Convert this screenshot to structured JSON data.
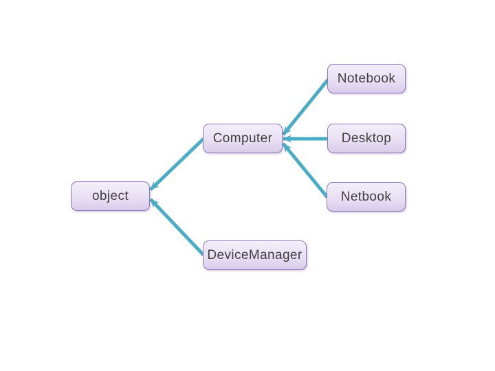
{
  "diagram": {
    "type": "inheritance-tree",
    "nodes": [
      {
        "id": "notebook",
        "label": "Notebook"
      },
      {
        "id": "desktop",
        "label": "Desktop"
      },
      {
        "id": "computer",
        "label": "Computer"
      },
      {
        "id": "object",
        "label": "object"
      },
      {
        "id": "netbook",
        "label": "Netbook"
      },
      {
        "id": "devicemanager",
        "label": "DeviceManager"
      }
    ],
    "edges": [
      {
        "from": "Notebook",
        "to": "Computer"
      },
      {
        "from": "Desktop",
        "to": "Computer"
      },
      {
        "from": "Netbook",
        "to": "Computer"
      },
      {
        "from": "Computer",
        "to": "object"
      },
      {
        "from": "DeviceManager",
        "to": "object"
      }
    ]
  },
  "colors": {
    "arrow-color": "#4BACC6",
    "node-border": "#8C78B4",
    "node-fill-top": "#F3EEFA",
    "node-fill-mid": "#E9E0F4",
    "node-fill-bottom": "#D9CBEB",
    "node-text": "#3F3F3F",
    "canvas-bg": "#FFFFFF"
  }
}
